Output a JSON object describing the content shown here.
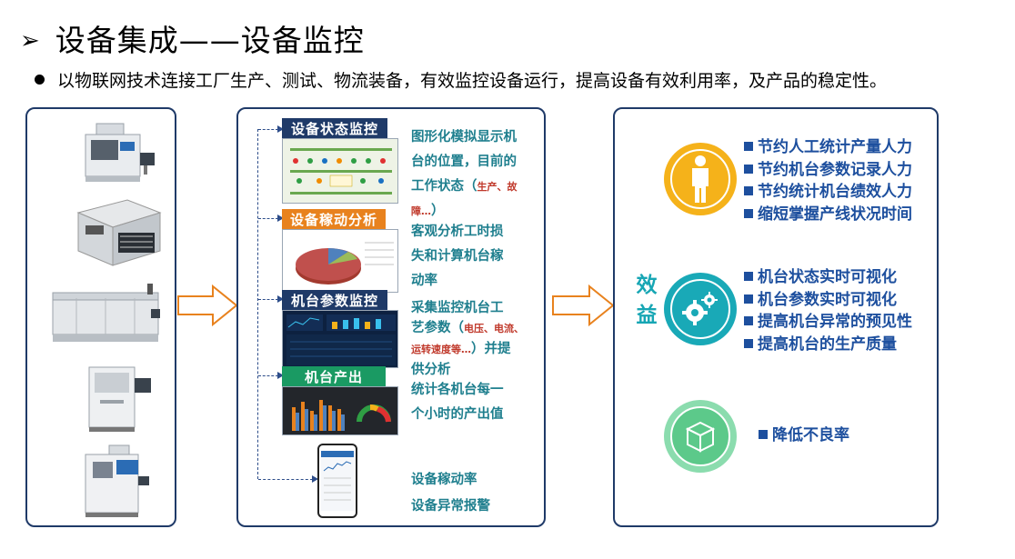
{
  "title": {
    "arrow": "➢",
    "text": "设备集成——设备监控"
  },
  "bullet": "以物联网技术连接工厂生产、测试、物流装备，有效监控设备运行，提高设备有效利用率，及产品的稳定性。",
  "functions": [
    {
      "badge": "设备状态监控",
      "badge_color": "#1f3a68",
      "desc_lines": [
        "图形化模拟显示机",
        "台的位置，目前的",
        "工作状态（"
      ],
      "desc_small": "生产、故障…",
      "desc_tail": "）"
    },
    {
      "badge": "设备稼动分析",
      "badge_color": "#e8821e",
      "desc_lines": [
        "客观分析工时损",
        "失和计算机台稼",
        "动率"
      ]
    },
    {
      "badge": "机台参数监控",
      "badge_color": "#1f3a68",
      "desc_line1": "采集监控机台工",
      "desc_line2_a": "艺参数（",
      "desc_line2_small": "电压、电流、",
      "desc_line3_small": "运转速度等…",
      "desc_line3_b": "）并提",
      "desc_line4": "供分析"
    },
    {
      "badge": "机台产出",
      "badge_color": "#1a9a63",
      "desc_lines": [
        "统计各机台每一",
        "个小时的产出值"
      ]
    },
    {
      "desc_lines": [
        "设备稼动率",
        "设备异常报警"
      ]
    }
  ],
  "effect_label": "效益",
  "effects": {
    "group1": [
      "节约人工统计产量人力",
      "节约机台参数记录人力",
      "节约统计机台绩效人力",
      "缩短掌握产线状况时间"
    ],
    "group2": [
      "机台状态实时可视化",
      "机台参数实时可视化",
      "提高机台异常的预见性",
      "提高机台的生产质量"
    ],
    "group3": [
      "降低不良率"
    ]
  },
  "colors": {
    "panel_border": "#1f3a68",
    "desc_text": "#1f7f8e",
    "effect_text": "#1d4f9e",
    "effect_label": "#17a6b4",
    "circle_yellow": "#f5b21a",
    "circle_teal": "#19a9b7",
    "circle_green": "#5cc98a",
    "arrow_orange": "#e8821e"
  },
  "icons": [
    "person-icon",
    "gears-icon",
    "box-icon",
    "hollow-right-arrow-icon"
  ]
}
